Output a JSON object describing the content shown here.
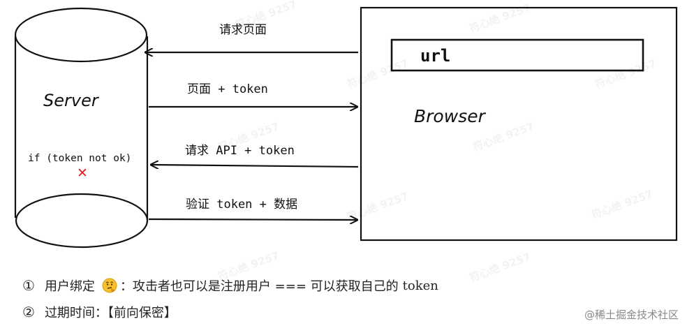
{
  "server": {
    "label": "Server",
    "condition": "if (token not ok)",
    "fail_mark": "✕",
    "fail_color": "#e02020"
  },
  "browser": {
    "label": "Browser",
    "url_text": "url"
  },
  "arrows": [
    {
      "label": "请求页面",
      "direction": "to-server"
    },
    {
      "label": "页面 + token",
      "direction": "to-browser"
    },
    {
      "label": "请求 API + token",
      "direction": "to-server"
    },
    {
      "label": "验证 token + 数据",
      "direction": "to-browser"
    }
  ],
  "notes": [
    {
      "number": "①",
      "text_a": "用户绑定",
      "icon": "thinking-face-icon",
      "text_b": "：攻击者也可以是注册用户 === 可以获取自己的",
      "text_c": "token"
    },
    {
      "number": "②",
      "text_a": "过期时间：【前向保密】"
    }
  ],
  "credit": "@稀土掘金技术社区",
  "watermark": "符心绝 9257"
}
